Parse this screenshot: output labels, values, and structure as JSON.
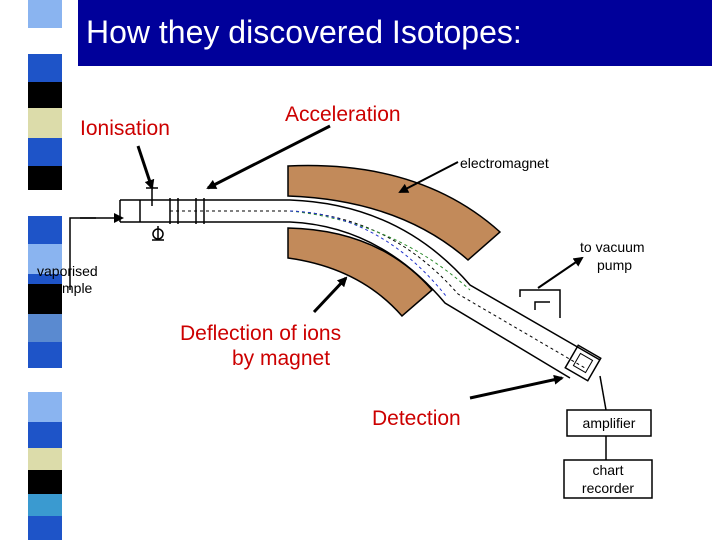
{
  "slide": {
    "title": "How they discovered Isotopes:"
  },
  "colors": {
    "title_bar": "#00009a",
    "title_text": "#ffffff",
    "label_red": "#cc0000",
    "magnet": "#c28a5a",
    "stripe_palette": [
      "#1e54c8",
      "#8ab4f0",
      "#000000",
      "#dcdcaa",
      "#ffffff",
      "#5a8ad0",
      "#3a9ad0"
    ]
  },
  "diagram": {
    "labels": {
      "ionisation": "Ionisation",
      "acceleration": "Acceleration",
      "electromagnet": "electromagnet",
      "vacuum_line1": "to vacuum",
      "vacuum_line2": "pump",
      "sample_line1": "vaporised",
      "sample_line2": "mple",
      "deflection_line1": "Deflection of ions",
      "deflection_line2": "by magnet",
      "detection": "Detection",
      "amplifier": "amplifier",
      "recorder_line1": "chart",
      "recorder_line2": "recorder"
    }
  }
}
